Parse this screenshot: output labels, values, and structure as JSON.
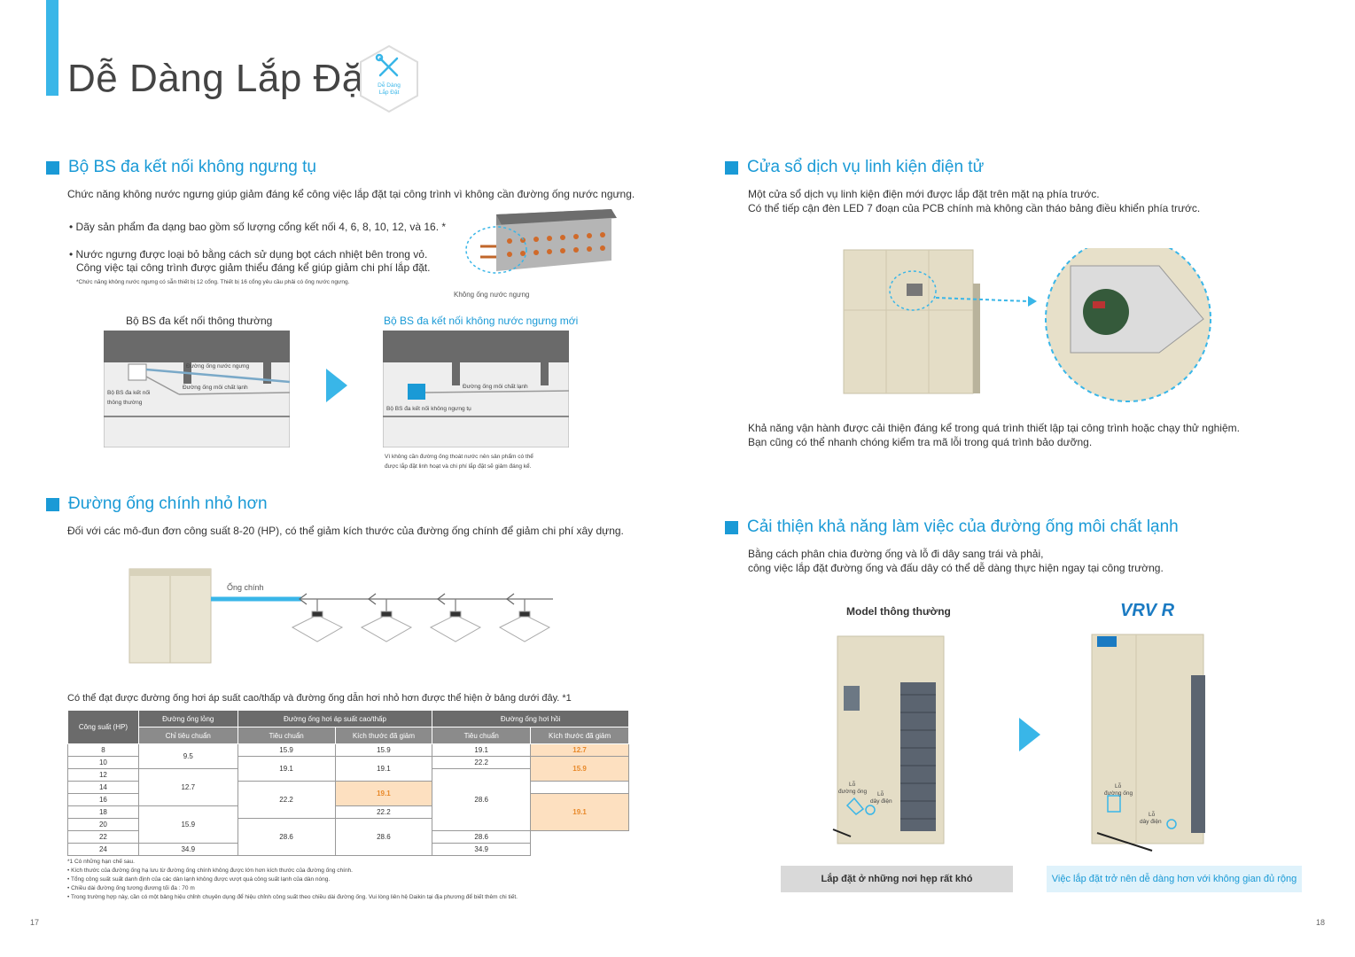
{
  "page": {
    "title": "Dễ Dàng Lắp Đặt",
    "badge_text_1": "Dễ Dàng",
    "badge_text_2": "Lắp Đặt",
    "page_left": "17",
    "page_right": "18"
  },
  "colors": {
    "accent": "#1a9ad6",
    "highlight": "#fde0c0",
    "highlight_text": "#e8892a"
  },
  "bs": {
    "heading": "Bộ BS đa kết nối không ngưng tụ",
    "intro": "Chức năng không nước ngưng giúp giảm đáng kể công việc lắp đặt tại công trình vì không cần đường ống nước ngưng.",
    "bullet1": "• Dãy sản phẩm đa dạng bao gồm số lượng cổng kết nối 4, 6, 8, 10, 12, và 16. *",
    "bullet2a": "• Nước ngưng được loại bỏ bằng cách sử dụng bọt cách nhiệt bên trong vỏ.",
    "bullet2b": "Công việc tại công trình được giảm thiểu đáng kể giúp giảm chi phí lắp đặt.",
    "footnote": "*Chức năng không nước ngưng có sẵn thiết bị 12 cổng. Thiết bị 16 cổng yêu cầu phải có ống nước ngưng.",
    "unit_caption": "Không ống nước ngưng",
    "diag_left_title": "Bộ BS đa kết nối thông thường",
    "diag_right_title": "Bộ BS đa kết nối không nước ngưng mới",
    "lbl_drain": "Đường ống nước ngưng",
    "lbl_refrig": "Đường ống môi chất lạnh",
    "lbl_conv_1": "Bộ BS đa kết nối",
    "lbl_conv_2": "thông thường",
    "lbl_refrig_r": "Đường ống môi chất lạnh",
    "lbl_new": "Bộ BS đa kết nối không ngưng tụ",
    "note_1": "Vì không cần đường ống thoát nước nên sản phẩm có thể",
    "note_2": "được lắp đặt linh hoạt và chi phí lắp đặt sẽ giảm đáng kể."
  },
  "pipe": {
    "heading": "Đường ống chính nhỏ hơn",
    "intro": "Đối với các mô-đun đơn công suất 8-20 (HP), có thể giảm kích thước của đường ống chính để giảm chi phí xây dựng.",
    "main_label": "Ống chính",
    "table_intro": "Có thể đạt được đường ống hơi áp suất cao/thấp và đường ống dẫn hơi nhỏ hơn được thể hiện ở bảng dưới đây. *1",
    "table": {
      "h_capacity": "Công suất (HP)",
      "h_liquid": "Đường ống lỏng",
      "h_hlgas": "Đường ống hơi áp suất cao/thấp",
      "h_gas": "Đường ống hơi hồi",
      "s_liquid": "Chỉ tiêu chuẩn",
      "s_std": "Tiêu chuẩn",
      "s_red": "Kích thước đã giảm",
      "s_std2": "Tiêu chuẩn",
      "s_red2": "Kích thước đã giảm",
      "hp": [
        "8",
        "10",
        "12",
        "14",
        "16",
        "18",
        "20",
        "22",
        "24"
      ],
      "liq_a": "9.5",
      "liq_b": "12.7",
      "liq_c": "15.9",
      "hl_std_1": "15.9",
      "hl_std_2": "19.1",
      "hl_std_3": "22.2",
      "hl_std_4": "28.6",
      "hl_red_1": "15.9",
      "hl_red_2": "19.1",
      "hl_red_3": "19.1",
      "hl_red_4": "22.2",
      "hl_red_5": "28.6",
      "g_std_1": "19.1",
      "g_std_2": "22.2",
      "g_std_3": "28.6",
      "g_std_4": "34.9",
      "g_red_1": "12.7",
      "g_red_2": "15.9",
      "g_red_3": "19.1",
      "g_red_4": "28.6",
      "g_red_5": "34.9"
    },
    "notes": [
      "*1  Có những hạn chế sau.",
      "• Kích thước của đường ống hạ lưu từ đường ống chính không được lớn hơn kích thước của đường ống chính.",
      "• Tổng công suất suất danh định của các dàn lạnh không được vượt quá công suất lạnh của dàn nóng.",
      "• Chiều dài đường ống tương đương tối đa : 70 m",
      "• Trong trường hợp này, cần có một bảng hiệu chỉnh chuyên dụng để hiệu chỉnh công suất theo chiều dài đường ống. Vui lòng liên hệ Daikin tại địa phương để biết thêm chi tiết."
    ]
  },
  "service": {
    "heading": "Cửa sổ dịch vụ linh kiện điện tử",
    "line1": "Một cửa sổ dịch vụ linh kiện điện mới được lắp đặt trên mặt nạ phía trước.",
    "line2": "Có thể tiếp cận đèn LED 7 đoạn của PCB chính mà không cần tháo bảng điều khiển phía trước.",
    "line3": "Khả năng vận hành được cải thiện đáng kể trong quá trình thiết lập tại công trình hoặc chạy thử nghiệm.",
    "line4": "Bạn cũng có thể nhanh chóng kiểm tra mã lỗi trong quá trình bảo dưỡng."
  },
  "work": {
    "heading": "Cải thiện khả năng làm việc của đường ống môi chất lạnh",
    "line1": "Bằng cách phân chia đường ống và lỗ đi dây sang trái và phải,",
    "line2": "công việc lắp đặt đường ống và đấu dây có thể dễ dàng thực hiện ngay tại công trường.",
    "model_std": "Model thông thường",
    "model_vrv": "VRV R",
    "lbl_pipe_1": "Lỗ",
    "lbl_pipe_2": "đường ống",
    "lbl_wire_1": "Lỗ",
    "lbl_wire_2": "dây điện",
    "box_left": "Lắp đặt ở những nơi hẹp rất khó",
    "box_right": "Việc lắp đặt trở nên dễ dàng hơn với không gian đủ rộng"
  }
}
